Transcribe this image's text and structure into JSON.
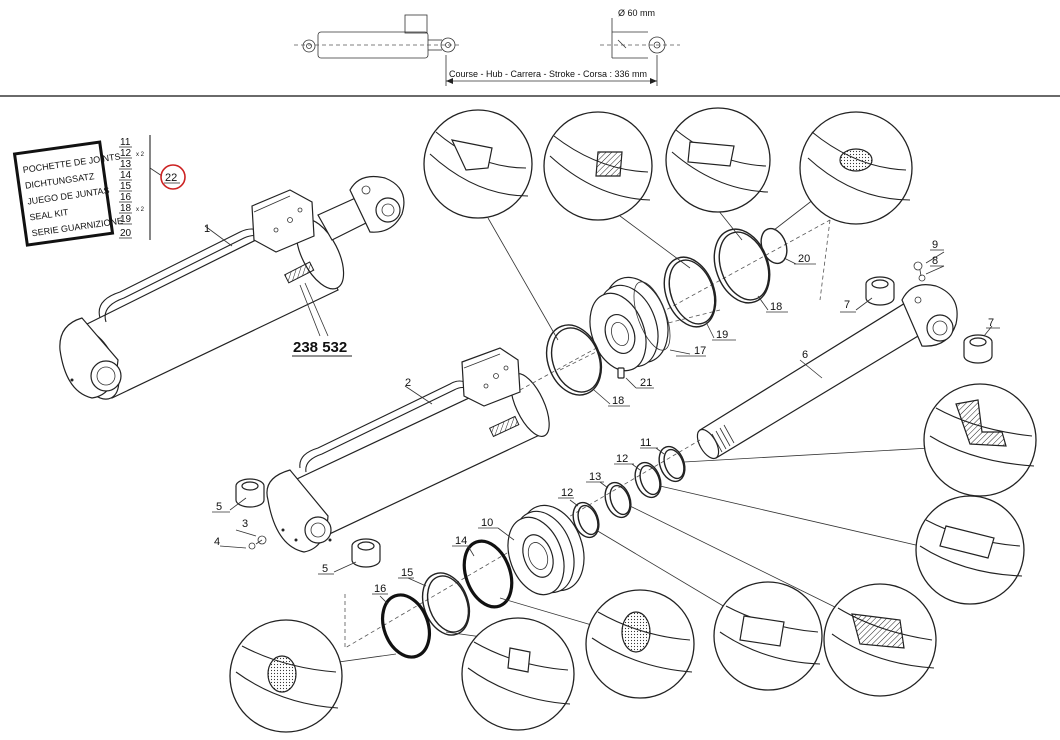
{
  "header": {
    "diameter_label": "Ø 60 mm",
    "stroke_label": "Course - Hub - Carrera - Stroke - Corsa : 336 mm"
  },
  "seal_kit": {
    "label_lines": [
      "POCHETTE DE JOINTS",
      "DICHTUNGSATZ",
      "JUEGO DE JUNTAS",
      "SEAL KIT",
      "SERIE GUARNIZIONE"
    ],
    "kit_number": "22",
    "parts": [
      {
        "ref": "11",
        "qty": ""
      },
      {
        "ref": "12",
        "qty": "x 2"
      },
      {
        "ref": "13",
        "qty": ""
      },
      {
        "ref": "14",
        "qty": ""
      },
      {
        "ref": "15",
        "qty": ""
      },
      {
        "ref": "16",
        "qty": ""
      },
      {
        "ref": "18",
        "qty": "x 2"
      },
      {
        "ref": "19",
        "qty": ""
      },
      {
        "ref": "20",
        "qty": ""
      }
    ]
  },
  "part_number": "238 532",
  "callouts": {
    "c1": "1",
    "c2": "2",
    "c3": "3",
    "c4": "4",
    "c5a": "5",
    "c5b": "5",
    "c6": "6",
    "c7a": "7",
    "c7b": "7",
    "c8": "8",
    "c9": "9",
    "c10": "10",
    "c11": "11",
    "c12a": "12",
    "c12b": "12",
    "c13": "13",
    "c14": "14",
    "c15": "15",
    "c16": "16",
    "c17": "17",
    "c18a": "18",
    "c18b": "18",
    "c19": "19",
    "c20": "20",
    "c21": "21"
  },
  "colors": {
    "line": "#222222",
    "highlight_circle": "#cc2222",
    "background": "#ffffff"
  }
}
